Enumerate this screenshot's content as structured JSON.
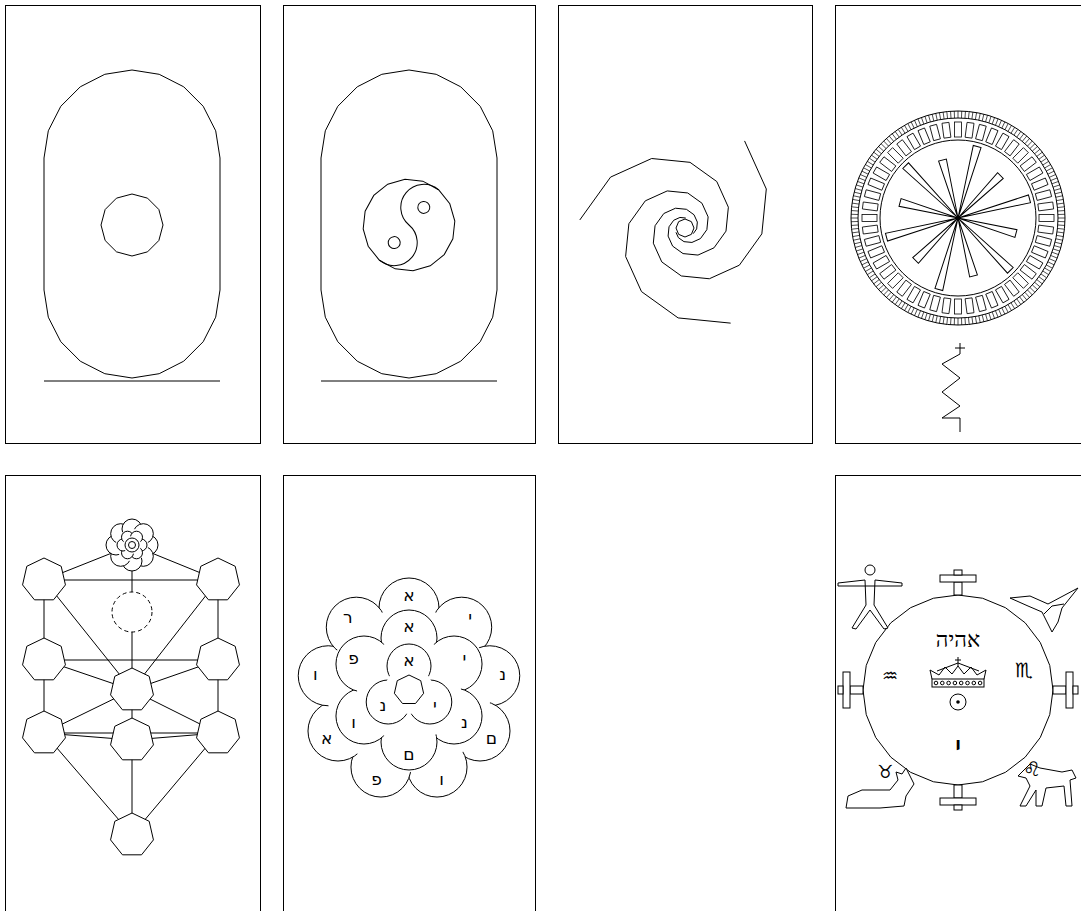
{
  "diagram": {
    "labels": [
      "א",
      "י",
      "נ",
      "א",
      "י",
      "נ",
      "ם",
      "ו",
      "פ",
      "א",
      "י",
      "נ",
      "ם",
      "ו",
      "פ",
      "א",
      "ו",
      "ר",
      "אהיה",
      "♒",
      "♏",
      "י",
      "♉",
      "♌"
    ]
  }
}
